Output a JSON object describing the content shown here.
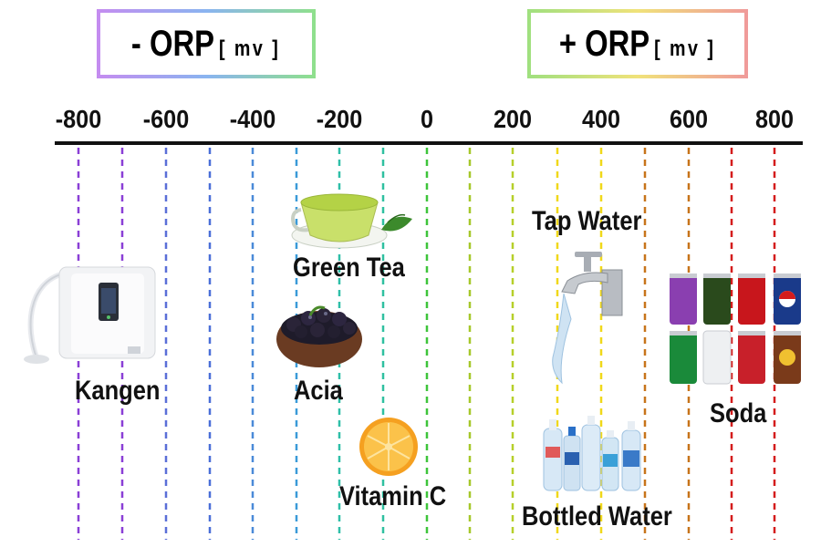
{
  "headers": {
    "negative": {
      "title": "- ORP",
      "unit": "[ mv ]"
    },
    "positive": {
      "title": "+ ORP",
      "unit": "[ mv ]"
    }
  },
  "axis": {
    "ticks": [
      "-800",
      "-600",
      "-400",
      "-200",
      "0",
      "200",
      "400",
      "600",
      "800"
    ]
  },
  "items": {
    "kangen": "Kangen",
    "green_tea": "Green Tea",
    "acia": "Acia",
    "vitamin_c": "Vitamin C",
    "tap_water": "Tap Water",
    "bottled_water": "Bottled Water",
    "soda": "Soda"
  },
  "colors": {
    "purple": "#8a3fd6",
    "blue": "#4a7fd8",
    "teal": "#2fbfa8",
    "green": "#3ec43a",
    "yellow_green": "#b6cf2a",
    "yellow": "#f0d81a",
    "orange": "#c7741a",
    "red": "#d41c1c"
  },
  "icons": [
    "water-ionizer-icon",
    "green-tea-cup-icon",
    "acai-berries-icon",
    "orange-slice-icon",
    "faucet-icon",
    "water-bottles-icon",
    "soda-cans-icon"
  ]
}
